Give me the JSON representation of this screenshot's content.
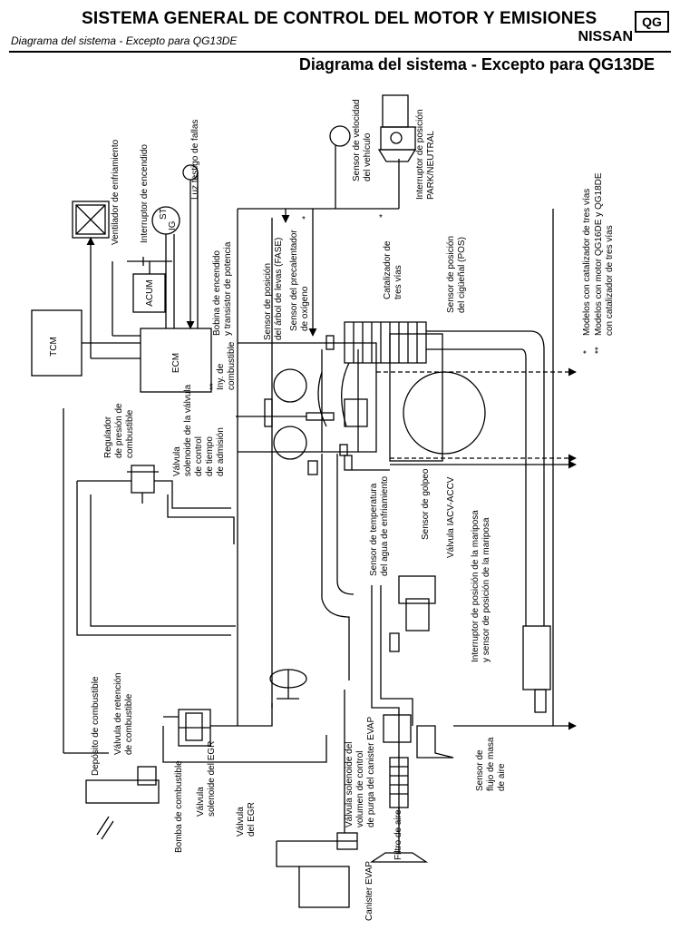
{
  "header": {
    "title": "SISTEMA GENERAL DE CONTROL DEL MOTOR Y EMISIONES",
    "subtitle": "Diagrama del sistema - Excepto para QG13DE",
    "brand": "NISSAN",
    "badge": "QG"
  },
  "section_title": "Diagrama del sistema - Excepto para QG13DE",
  "labels": {
    "tcm": "TCM",
    "ecm": "ECM",
    "acum": "ACUM",
    "ventilador": "Ventilador de enfriamiento",
    "interruptor_encendido": "Interruptor de encendido",
    "ign_st": "ST",
    "ign_ig": "IG",
    "luz_testigo": "Luz testigo de fallas",
    "bobina_1": "Bobina de encendido",
    "bobina_2": "y transistor de potencia",
    "sensor_arbol_1": "Sensor de posición",
    "sensor_arbol_2": "del árbol de levas (FASE)",
    "precalentador_1": "Sensor del precalentador",
    "precalentador_2": "de oxígeno",
    "velocidad_1": "Sensor de velocidad",
    "velocidad_2": "del vehículo",
    "park_1": "Interruptor de posición",
    "park_2": "PARK/NEUTRAL",
    "catalizador_1": "Catalizador de",
    "catalizador_2": "tres vías",
    "cigueñal_1": "Sensor de posición",
    "cigueñal_2": "del cigüeñal (POS)",
    "nota_1": "Modelos con catalizador de tres vías",
    "nota_2a": "Modelos con motor QG16DE y QG18DE",
    "nota_2b": "con catalizador de tres vías",
    "mark_1": "*",
    "mark_2": "**",
    "inyector_1": "Iny. de",
    "inyector_2": "combustible",
    "regulador_1": "Regulador",
    "regulador_2": "de presión de",
    "regulador_3": "combustible",
    "valvula_tiempo_1": "Válvula",
    "valvula_tiempo_2": "solenoide de la válvula",
    "valvula_tiempo_3": "de control",
    "valvula_tiempo_4": "de tiempo",
    "valvula_tiempo_5": "de admisión",
    "golpeo": "Sensor de golpeo",
    "temperatura_1": "Sensor de temperatura",
    "temperatura_2": "del agua de enfriamiento",
    "iacv": "Válvula IACV-ACCV",
    "mariposa_1": "Interruptor de posición de la mariposa",
    "mariposa_2": "y sensor de posición de la mariposa",
    "deposito": "Depósito de combustible",
    "retencion_1": "Válvula de retención",
    "retencion_2": "de combustible",
    "bomba": "Bomba de combustible",
    "sol_egr_1": "Válvula",
    "sol_egr_2": "solenoide del EGR",
    "egr_1": "Válvula",
    "egr_2": "del EGR",
    "purga_1": "Válvula solenoide del",
    "purga_2": "volumen de control",
    "purga_3": "de purga del canister EVAP",
    "canister": "Canister EVAP",
    "filtro": "Filtro de aire",
    "flujo_1": "Sensor de",
    "flujo_2": "flujo de masa",
    "flujo_3": "de aire"
  }
}
